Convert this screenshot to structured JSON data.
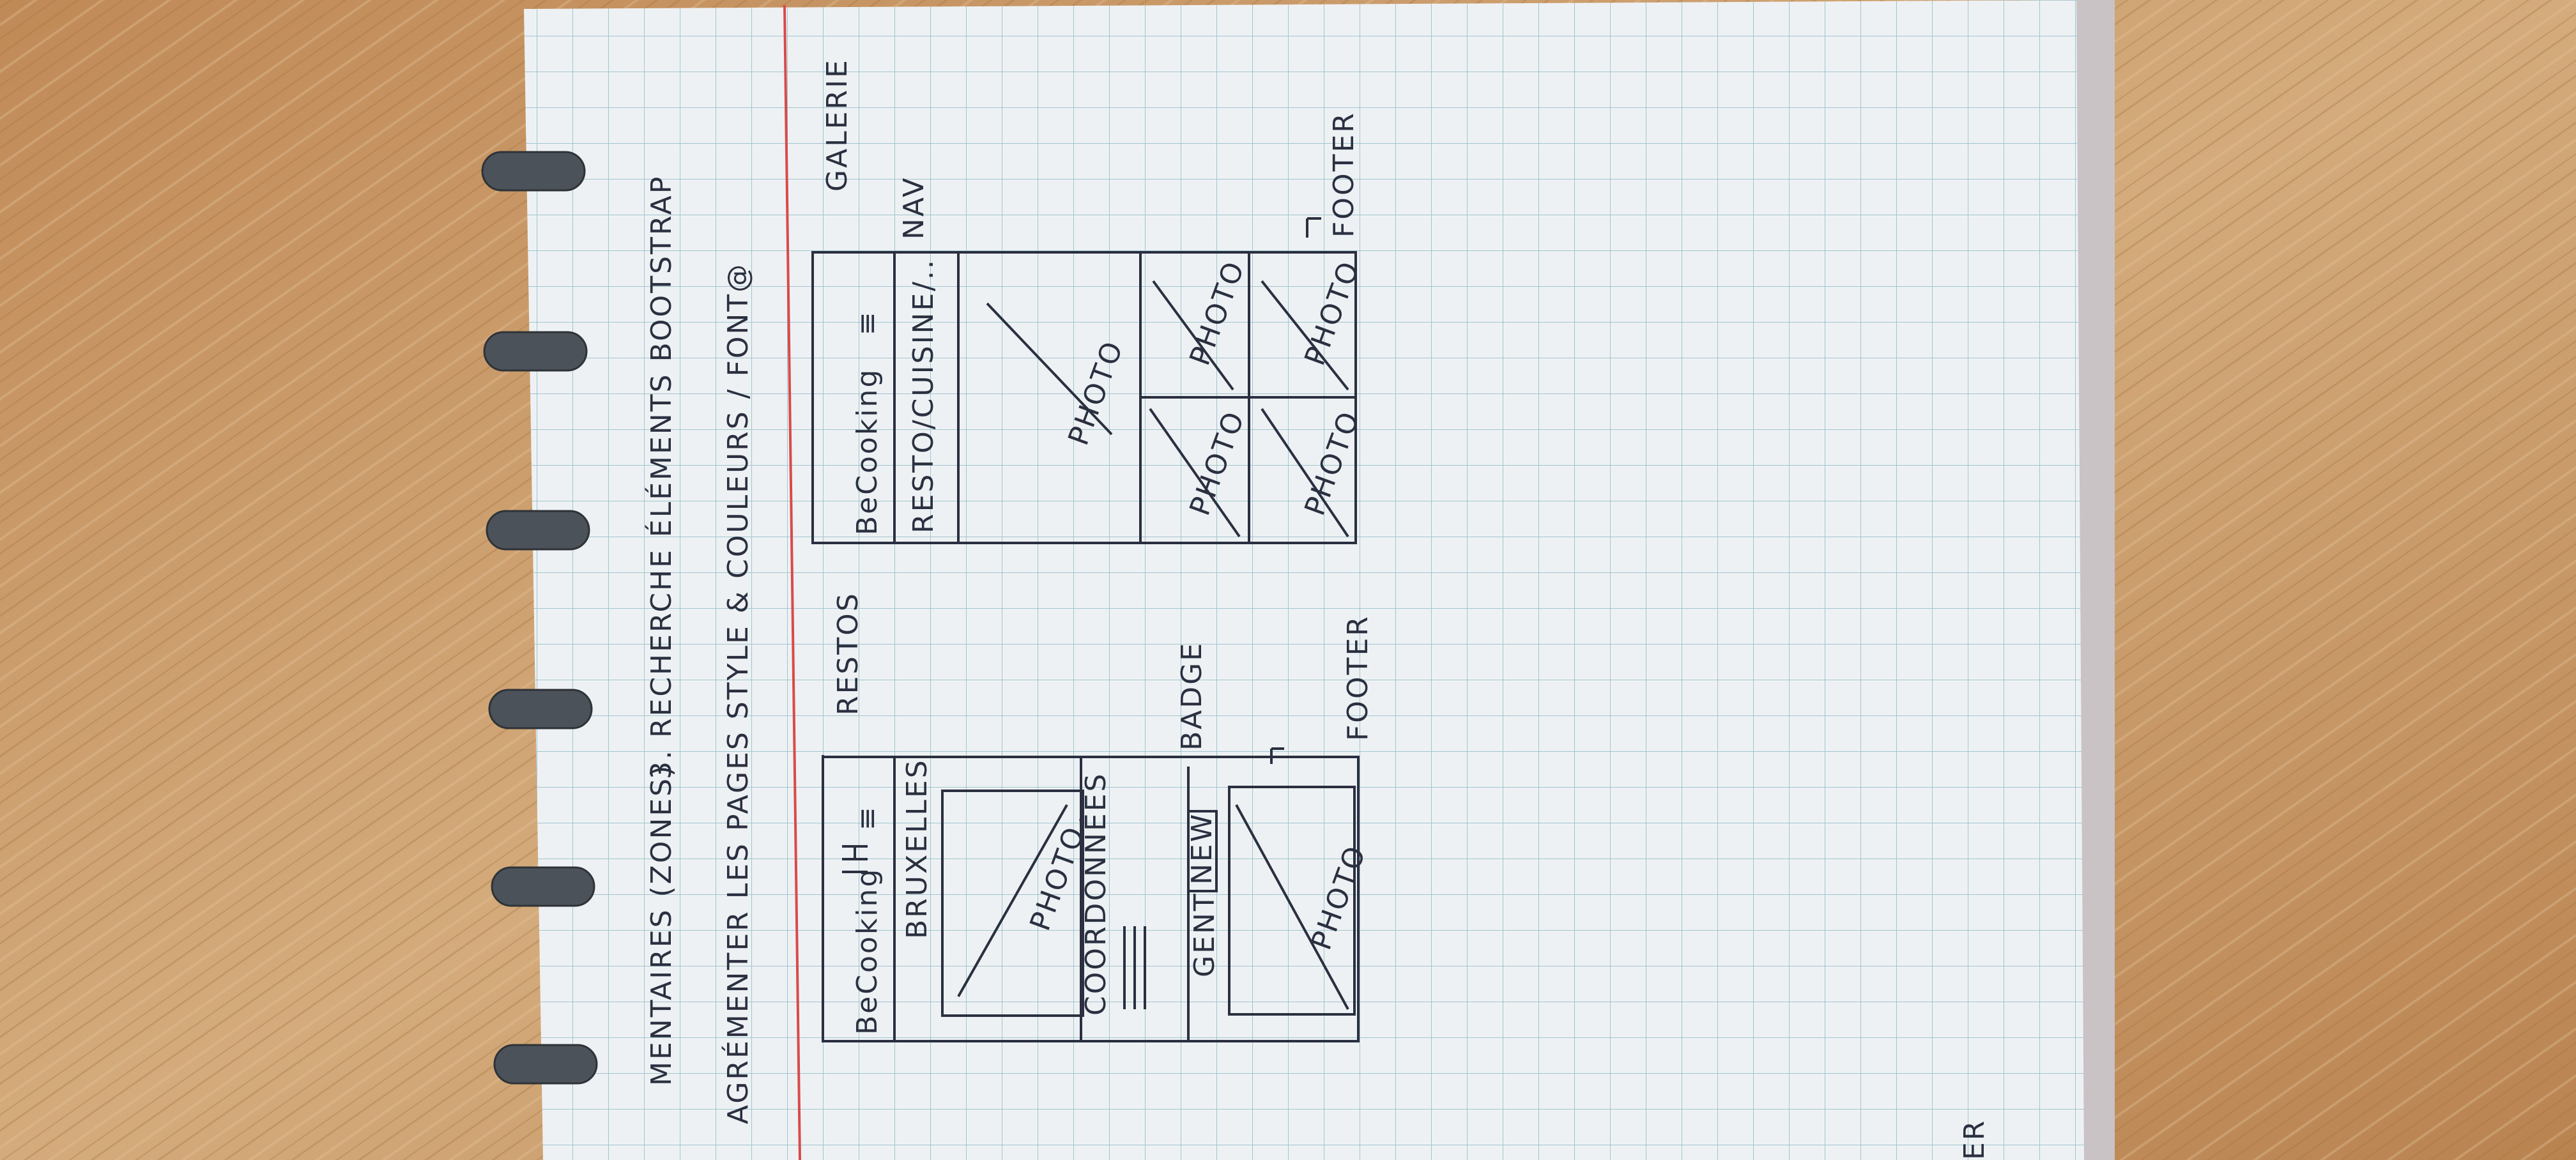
{
  "notebook": {
    "header_line_1_left": "MENTAIRES (ZONES)",
    "header_line_1_right": "3. RECHERCHE ÉLÉMENTS BOOTSTRAP",
    "header_line_2": "AGRÉMENTER LES PAGES STYLE & COULEURS / FONT@"
  },
  "wireframe_restos": {
    "page_label": "RESTOS",
    "brand": "BeCooking",
    "city_1": "BRUXELLES",
    "photo_1": "PHOTO",
    "coordinates": "COORDONNÉES",
    "city_2": "GENT",
    "badge_text": "NEW",
    "badge_label": "BADGE",
    "photo_2": "PHOTO",
    "footer": "FOOTER"
  },
  "wireframe_galerie": {
    "page_label": "GALERIE",
    "brand": "BeCooking",
    "nav_items": "RESTO/CUISINE/..",
    "nav_label": "NAV",
    "photo_main": "PHOTO",
    "photos": [
      "PHOTO",
      "PHOTO",
      "PHOTO",
      "PHOTO"
    ],
    "footer": "FOOTER"
  },
  "edge_fragment": "ER",
  "colors": {
    "wood": "#c99a6a",
    "paper": "#eef1f3",
    "grid": "#9fc6cf",
    "margin_line": "#d94a4a",
    "ink": "#2a3040",
    "ring": "#4c5259"
  }
}
